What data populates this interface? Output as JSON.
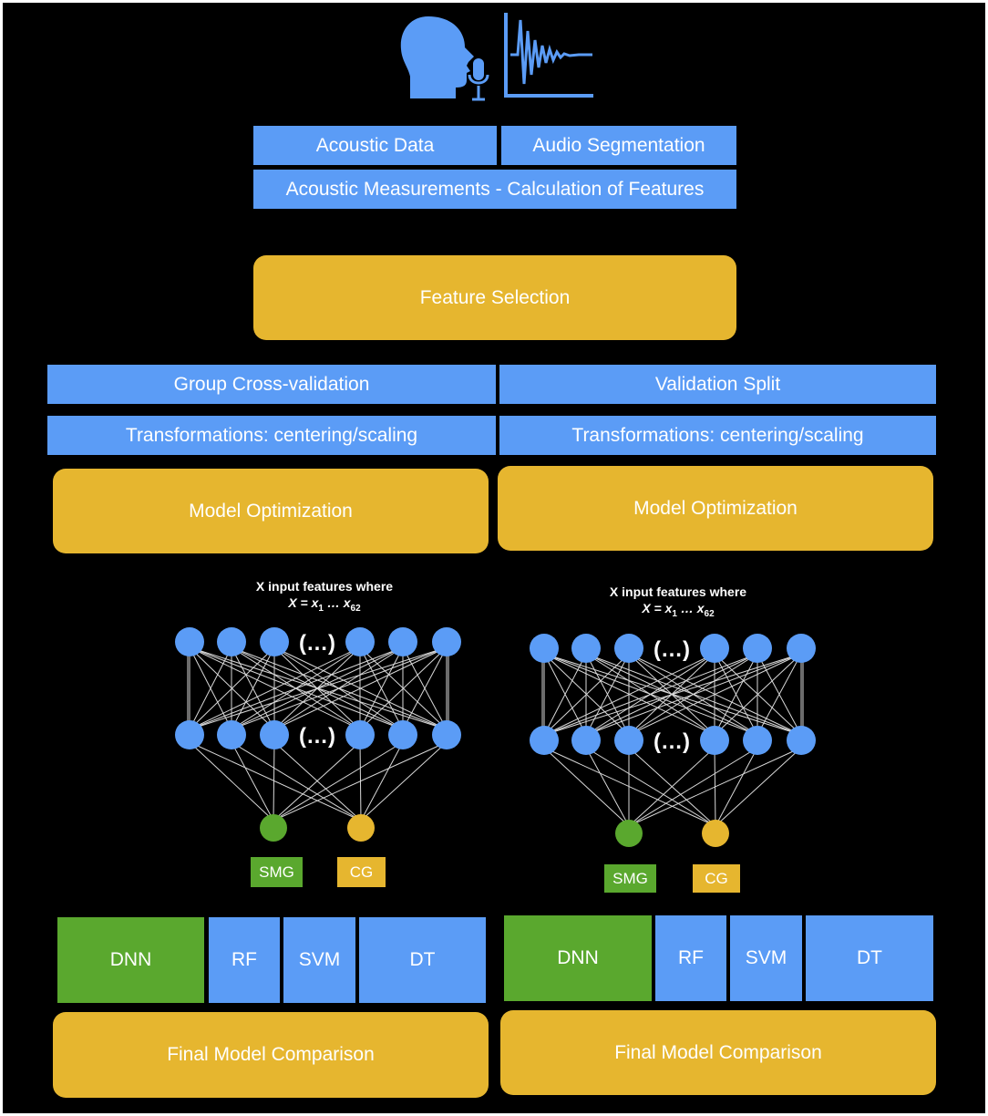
{
  "colors": {
    "background": "#000000",
    "box_blue": "#5b9cf6",
    "box_gold": "#e6b62f",
    "box_green": "#5aa82e",
    "edge": "#d9d9d9"
  },
  "icons": [
    "head-speaking-icon",
    "microphone-icon",
    "waveform-icon"
  ],
  "top": {
    "acoustic_data": "Acoustic Data",
    "audio_segmentation": "Audio Segmentation",
    "acoustic_measurements": "Acoustic Measurements - Calculation of Features",
    "feature_selection": "Feature Selection"
  },
  "left": {
    "validation": "Group Cross-validation",
    "transform": "Transformations: centering/scaling",
    "optimization": "Model Optimization",
    "net": {
      "note_line1": "X input features where",
      "note_x": "X",
      "note_eq": "= x",
      "note_sub1": "1",
      "note_mid": " … x",
      "note_sub2": "62",
      "ellipsis_top": "(…)",
      "ellipsis_bottom": "(…)",
      "output_smg": "SMG",
      "output_cg": "CG"
    },
    "algorithms": [
      "DNN",
      "RF",
      "SVM",
      "DT"
    ],
    "final": "Final Model Comparison"
  },
  "right": {
    "validation": "Validation Split",
    "transform": "Transformations: centering/scaling",
    "optimization": "Model Optimization",
    "net": {
      "note_line1": "X input features where",
      "note_x": "X",
      "note_eq": "= x",
      "note_sub1": "1",
      "note_mid": " … x",
      "note_sub2": "62",
      "ellipsis_top": "(…)",
      "ellipsis_bottom": "(…)",
      "output_smg": "SMG",
      "output_cg": "CG"
    },
    "algorithms": [
      "DNN",
      "RF",
      "SVM",
      "DT"
    ],
    "final": "Final Model Comparison"
  }
}
